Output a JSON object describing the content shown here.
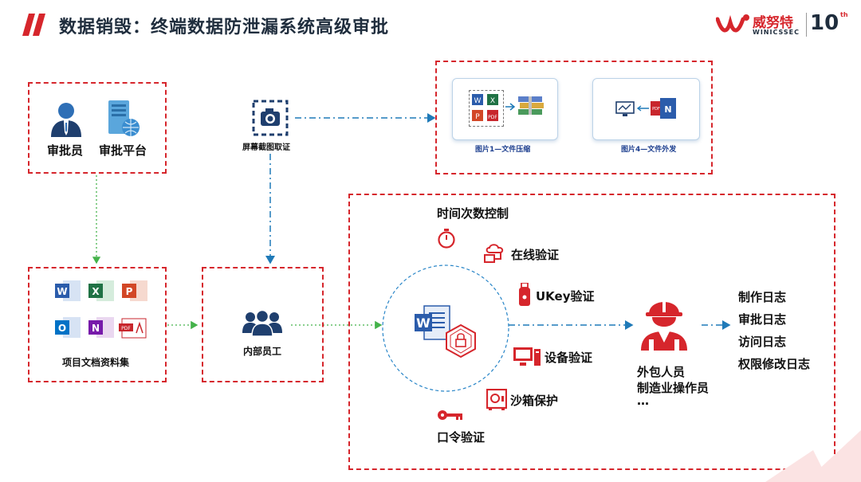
{
  "header": {
    "title": "数据销毁：终端数据防泄漏系统高级审批",
    "brand_name": "威努特",
    "brand_sub": "WINICSSEC",
    "anniversary": "10",
    "anniversary_suffix": "th"
  },
  "approval_box": {
    "items": [
      {
        "label": "审批员",
        "icon": "person-icon"
      },
      {
        "label": "审批平台",
        "icon": "server-icon"
      }
    ]
  },
  "screenshot": {
    "label": "屏幕截图取证",
    "icon": "camera-icon"
  },
  "evidence_box": {
    "cards": [
      {
        "caption": "图片1—文件压缩"
      },
      {
        "caption": "图片4—文件外发"
      }
    ]
  },
  "docs_box": {
    "label": "项目文档资料集",
    "icons": [
      "word-icon",
      "excel-icon",
      "powerpoint-icon",
      "outlook-icon",
      "onenote-icon",
      "pdf-icon"
    ]
  },
  "staff_box": {
    "label": "内部员工",
    "icon": "group-icon"
  },
  "controls": {
    "time": "时间次数控制",
    "online": "在线验证",
    "ukey": "UKey验证",
    "device": "设备验证",
    "sandbox": "沙箱保护",
    "password": "口令验证"
  },
  "outsider": {
    "line1": "外包人员",
    "line2": "制造业操作员",
    "line3": "…"
  },
  "logs": [
    "制作日志",
    "审批日志",
    "访问日志",
    "权限修改日志"
  ],
  "colors": {
    "accent": "#d6262c",
    "link": "#1f7ab8",
    "green": "#44b24a",
    "navy": "#1f2d3d"
  }
}
